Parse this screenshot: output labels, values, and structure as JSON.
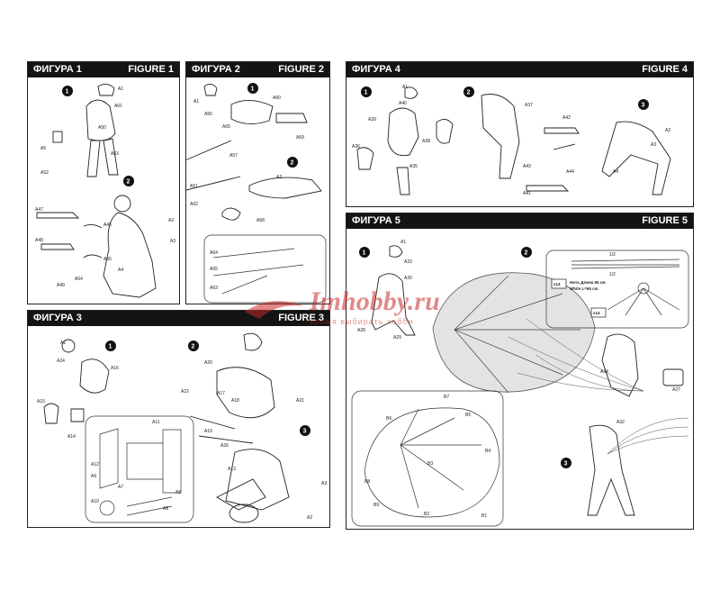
{
  "panels": {
    "fig1": {
      "ru": "ФИГУРА 1",
      "en": "FIGURE 1"
    },
    "fig2": {
      "ru": "ФИГУРА 2",
      "en": "FIGURE 2"
    },
    "fig3": {
      "ru": "ФИГУРА 3",
      "en": "FIGURE 3"
    },
    "fig4": {
      "ru": "ФИГУРА 4",
      "en": "FIGURE 4"
    },
    "fig5": {
      "ru": "ФИГУРА 5",
      "en": "FIGURE 5"
    }
  },
  "steps": [
    "1",
    "2",
    "3"
  ],
  "parts": {
    "fig1": [
      "A1",
      "A61",
      "A50",
      "A5",
      "A53",
      "A52",
      "A47",
      "A46",
      "A48",
      "A49",
      "A54",
      "A55",
      "A3",
      "A2",
      "A4"
    ],
    "fig2": [
      "A1",
      "A56",
      "A55",
      "A60",
      "A59",
      "A57",
      "A2",
      "A51",
      "A62",
      "A58",
      "A65",
      "A64",
      "A63"
    ],
    "fig3": [
      "A1",
      "A24",
      "A16",
      "A15",
      "A14",
      "A20",
      "A22",
      "A17",
      "A18",
      "A19",
      "A21",
      "A13",
      "A26",
      "A11",
      "A12",
      "A9",
      "A7",
      "A10",
      "A6",
      "A8",
      "A3",
      "A2"
    ],
    "fig4": [
      "A1",
      "A40",
      "A39",
      "A36",
      "A38",
      "A35",
      "A37",
      "A42",
      "A43",
      "A44",
      "A41",
      "A2",
      "A3",
      "A4"
    ],
    "fig5": [
      "A1",
      "A33",
      "A28",
      "A29",
      "A30",
      "A34",
      "A27",
      "A32",
      "B7",
      "B6",
      "B5",
      "B4",
      "B3",
      "B2",
      "B1",
      "B8",
      "B9"
    ]
  },
  "fig5_inset": {
    "half_a": "1/2",
    "half_b": "1/2",
    "count_a": "x14",
    "count_b": "x14",
    "note": "Нить Длина 65 см",
    "note_en": "White L=65 cm"
  },
  "watermark": {
    "brand": "Imhobby.ru",
    "tagline": "время выбирать хобби"
  },
  "colors": {
    "header_bg": "#141414",
    "header_text": "#ffffff",
    "line": "#222222",
    "watermark": "#c82828"
  }
}
